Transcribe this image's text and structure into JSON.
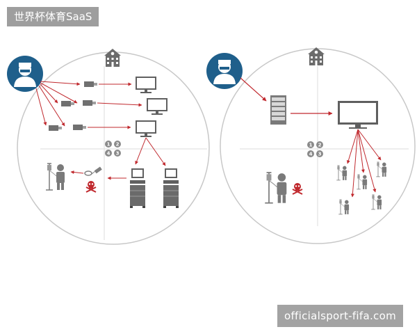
{
  "watermark_top": "世界杯体育SaaS",
  "watermark_bottom": "officialsport-fifa.com",
  "quadrant_numbers": [
    "1",
    "2",
    "4",
    "3"
  ],
  "colors": {
    "accent_red": "#c0282d",
    "doctor_blue": "#1f5f8b",
    "equipment_gray": "#6d6d6d",
    "circle_outline": "#c8c8c8"
  },
  "icons": [
    "hospital-icon",
    "doctor-avatar-icon",
    "usb-drive-icon",
    "monitor-icon",
    "server-icon",
    "patient-iv-icon",
    "skull-crossbones-icon",
    "medical-cart-icon",
    "pills-icon",
    "syringe-icon"
  ]
}
